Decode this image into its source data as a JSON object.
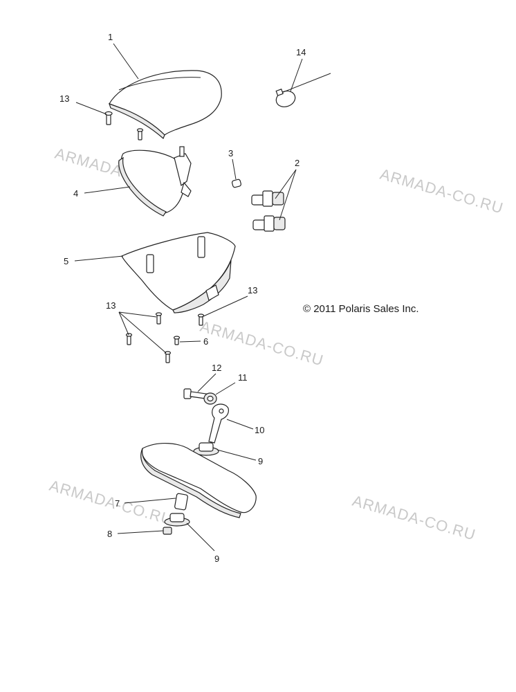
{
  "diagram": {
    "copyright": "© 2011 Polaris Sales Inc.",
    "watermarks": [
      "ARMADA-CO.RU",
      "ARMADA-CO.RU",
      "ARMADA-CO.RU",
      "ARMADA-CO.RU",
      "ARMADA-CO.RU"
    ],
    "callouts": [
      "1",
      "13",
      "14",
      "3",
      "2",
      "4",
      "5",
      "13",
      "13",
      "6",
      "12",
      "11",
      "10",
      "9",
      "7",
      "8",
      "9"
    ]
  }
}
